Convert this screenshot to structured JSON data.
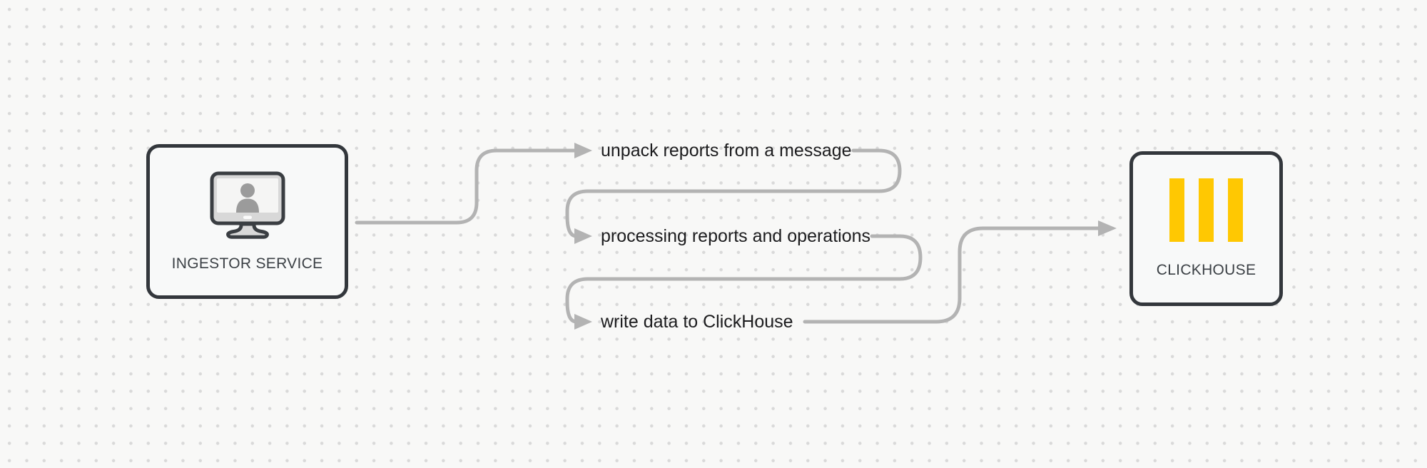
{
  "diagram": {
    "source_node": {
      "label": "INGESTOR SERVICE",
      "icon": "monitor-user-icon"
    },
    "target_node": {
      "label": "CLICKHOUSE",
      "icon": "clickhouse-bars-logo"
    },
    "steps": [
      {
        "label": "unpack reports from a message"
      },
      {
        "label": "processing reports and operations"
      },
      {
        "label": "write data to ClickHouse"
      }
    ],
    "colors": {
      "background": "#f8f8f7",
      "grid_dot": "#d9d9d9",
      "connector": "#b3b3b3",
      "node_border": "#33373c",
      "node_fill": "#f8f9f9",
      "clickhouse_yellow": "#ffc802",
      "step_text": "#1c1c1e",
      "node_caption_text": "#3b4045",
      "monitor_silhouette": "#9b9b9b"
    }
  }
}
